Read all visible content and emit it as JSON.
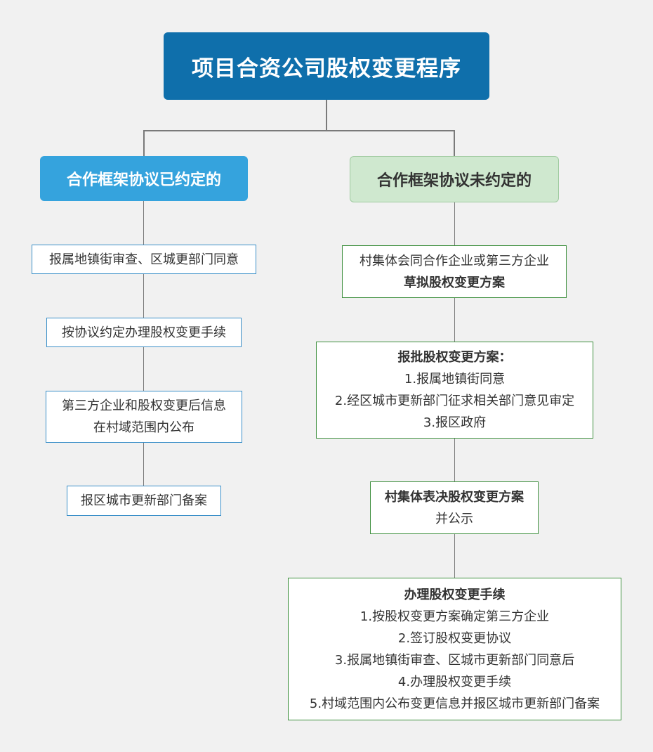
{
  "title": "项目合资公司股权变更程序",
  "left": {
    "heading": "合作框架协议已约定的",
    "steps": [
      {
        "lines": [
          "报属地镇街审查、区城更部门同意"
        ]
      },
      {
        "lines": [
          "按协议约定办理股权变更手续"
        ]
      },
      {
        "lines": [
          "第三方企业和股权变更后信息",
          "在村域范围内公布"
        ]
      },
      {
        "lines": [
          "报区城市更新部门备案"
        ]
      }
    ]
  },
  "right": {
    "heading": "合作框架协议未约定的",
    "steps": [
      {
        "lines": [
          "村集体会同合作企业或第三方企业",
          "草拟股权变更方案"
        ]
      },
      {
        "lines": [
          "报批股权变更方案：",
          "1.报属地镇街同意",
          "2.经区城市更新部门征求相关部门意见审定",
          "3.报区政府"
        ]
      },
      {
        "lines": [
          "村集体表决股权变更方案",
          "并公示"
        ]
      },
      {
        "lines": [
          "办理股权变更手续",
          "1.按股权变更方案确定第三方企业",
          "2.签订股权变更协议",
          "3.报属地镇街审查、区城市更新部门同意后",
          "4.办理股权变更手续",
          "5.村域范围内公布变更信息并报区城市更新部门备案"
        ]
      }
    ]
  },
  "colors": {
    "title_bg": "#0f6fab",
    "left_heading_bg": "#35a3dd",
    "right_heading_bg": "#cfe8cf",
    "left_border": "#3a8fc8",
    "right_border": "#3d8f3d",
    "connector": "#7a7a7a",
    "background": "#f1f1f1"
  }
}
